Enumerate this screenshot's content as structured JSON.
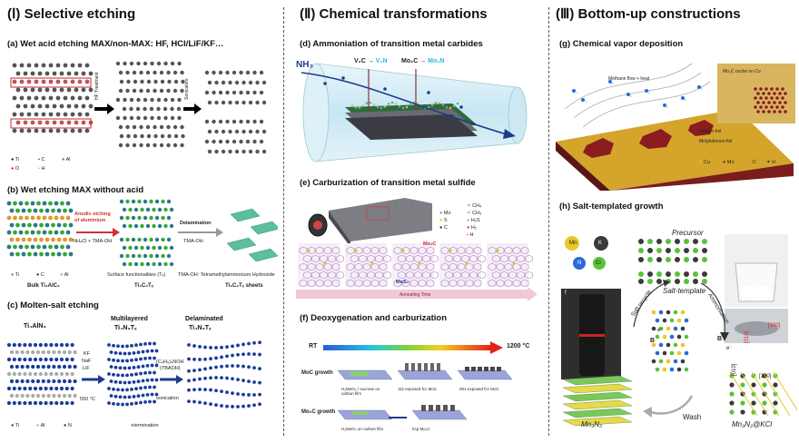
{
  "sections": {
    "s1": {
      "title": "(Ⅰ) Selective etching"
    },
    "s2": {
      "title": "(Ⅱ) Chemical transformations"
    },
    "s3": {
      "title": "(Ⅲ) Bottom-up constructions"
    }
  },
  "panels": {
    "a": {
      "title": "(a) Wet acid etching MAX/non-MAX: HF, HCl/LiF/KF…",
      "step1": "HF Treatment",
      "step2": "Sonication",
      "legend": [
        "Ti",
        "C",
        "Al",
        "O",
        "H"
      ]
    },
    "b": {
      "title": "(b) Wet etching MAX without acid",
      "arrow1_top": "Anodic etching",
      "arrow1_mid": "of aluminium",
      "arrow1_bot": "NH₄Cl + TMA-OH",
      "arrow2_top": "Delamination",
      "arrow2_bot": "TMA-OH",
      "legend": [
        "Ti",
        "C",
        "Al"
      ],
      "note1": "Surface functionalities (Tₓ)",
      "note2": "TMA-OH: Tetramethylammonium Hydroxide",
      "cap1": "Bulk Ti₃AlC₂",
      "cap2": "Ti₃C₂Tₓ",
      "cap3": "Ti₃C₂Tₓ sheets"
    },
    "c": {
      "title": "(c) Molten-salt etching",
      "col1": "Ti₄AlN₃",
      "col2a": "Multilayered",
      "col2b": "Ti₄N₃Tₓ",
      "col3a": "Delaminated",
      "col3b": "Ti₄N₃Tₓ",
      "salts": [
        "KF",
        "NaF",
        "LiF"
      ],
      "temp": "550 °C",
      "reagent1": "(C₄H₉)₄NOH",
      "reagent2": "(TBAOH)",
      "sonication": "sonication",
      "legend": [
        "Ti",
        "Al",
        "N",
        "termination"
      ]
    },
    "d": {
      "title": "(d) Ammoniation of transition metal carbides",
      "gas": "NH₃",
      "r1a": "V₂C",
      "r1b": "V₂N",
      "r2a": "Mo₂C",
      "r2b": "Mo₂N"
    },
    "e": {
      "title": "(e) Carburization of transition metal sulfide",
      "legend": [
        "Mo",
        "S",
        "C",
        "CH₄",
        "CH₃",
        "H₂S",
        "H₂",
        "H"
      ],
      "label_mo2c": "Mo₂C",
      "label_mos2": "MoS₂",
      "time": "Annealing Time"
    },
    "f": {
      "title": "(f) Deoxygenation and carburization",
      "rt": "RT",
      "temp": "1200 °C",
      "row1": "MoC growth",
      "row2": "Mo₂C growth",
      "s1": "H₂MoO₄ / sucrose on carbon film",
      "s2": "111-exposed fcc MoC",
      "s3": "001-exposed fcc MoC",
      "s4": "H₂MoO₄ on carbon film",
      "s5": "hcp Mo₂C"
    },
    "g": {
      "title": "(g) Chemical vapor deposition",
      "flow": "Methane flow + heat",
      "inset": "Mo₂C nuclei on Cu",
      "foil1": "Copper foil",
      "foil2": "Molybdenum foil",
      "legend": [
        "Cu",
        "Mo",
        "C",
        "H"
      ]
    },
    "h": {
      "title": "(h) Salt-templated growth",
      "elements": [
        "Mn",
        "K",
        "N",
        "Cl"
      ],
      "precursor": "Precursor",
      "template": "Salt-template",
      "recycle": "Salt recycle",
      "ammoniation": "Ammoniation",
      "b1": "B",
      "b2": "B",
      "e1": "e⁻",
      "e2": "e⁻",
      "f_label": "f",
      "dir1": "[010]",
      "dir2": "[100]",
      "dir3": "[010]",
      "dir4": "[100]",
      "wash": "Wash",
      "cap1": "Mn₃N₂",
      "cap2": "Mn₃N₂@KCl"
    }
  }
}
